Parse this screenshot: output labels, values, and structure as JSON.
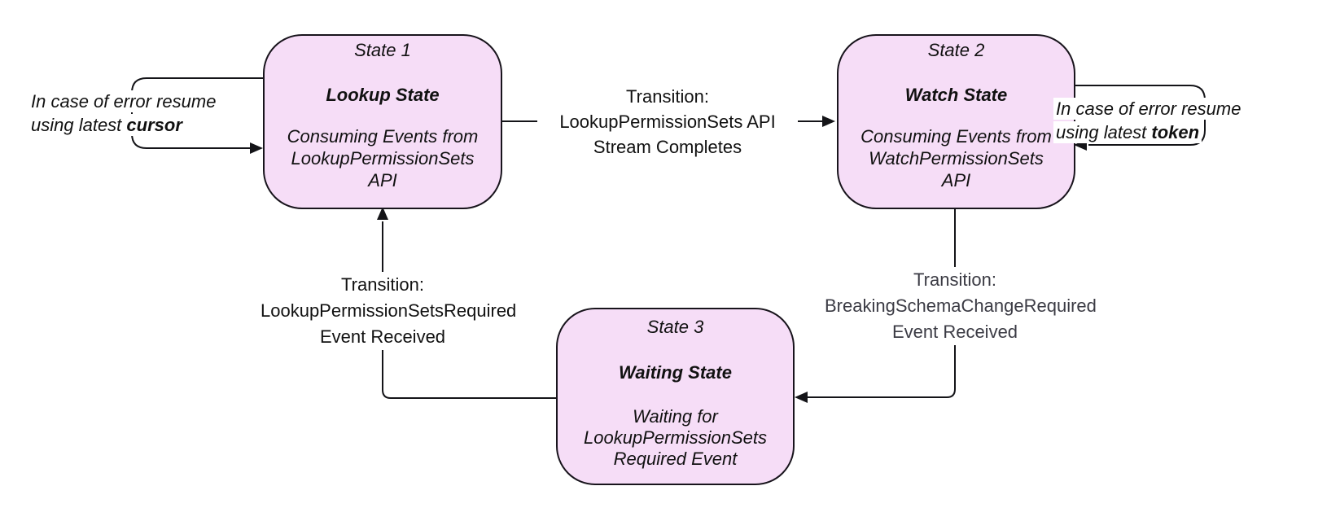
{
  "diagram": {
    "type": "state-machine",
    "states": [
      {
        "label": "State 1",
        "name": "Lookup State",
        "description": [
          "Consuming Events from",
          "LookupPermissionSets",
          "API"
        ]
      },
      {
        "label": "State 2",
        "name": "Watch State",
        "description": [
          "Consuming Events from",
          "WatchPermissionSets",
          "API"
        ]
      },
      {
        "label": "State 3",
        "name": "Waiting State",
        "description": [
          "Waiting for",
          "LookupPermissionSets",
          "Required Event"
        ]
      }
    ],
    "transitions": [
      {
        "from": "State 1",
        "to": "State 2",
        "lines": [
          "Transition:",
          "LookupPermissionSets API",
          "Stream Completes"
        ]
      },
      {
        "from": "State 2",
        "to": "State 3",
        "lines": [
          "Transition:",
          "BreakingSchemaChangeRequired",
          "Event Received"
        ]
      },
      {
        "from": "State 3",
        "to": "State 1",
        "lines": [
          "Transition:",
          "LookupPermissionSetsRequired",
          "Event Received"
        ]
      }
    ],
    "error_loops": [
      {
        "state": "State 1",
        "line1": "In case of error resume",
        "line2_prefix": "using latest ",
        "line2_bold": "cursor"
      },
      {
        "state": "State 2",
        "line1": "In case of error resume",
        "line2_prefix": "using latest ",
        "line2_bold": "token"
      }
    ],
    "colors": {
      "state_fill": "#f6ddf7",
      "state_border": "#18141c",
      "connector": "#141418",
      "text": "#111111",
      "muted_text": "#3b3b44",
      "background": "#ffffff"
    }
  }
}
